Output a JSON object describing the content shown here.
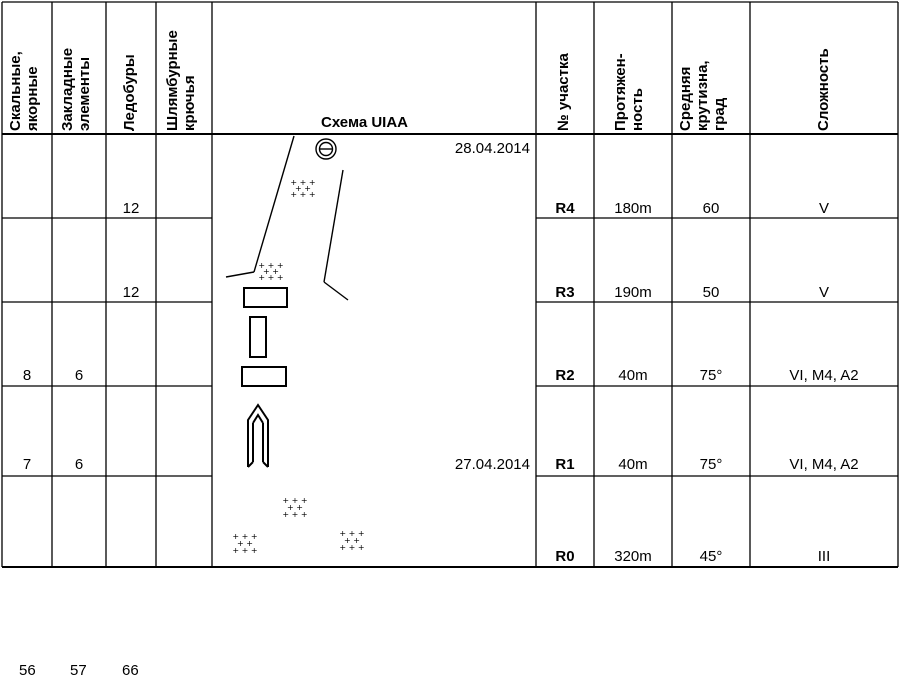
{
  "headers": {
    "rock_anchors": [
      "Скальные,",
      "якорные"
    ],
    "nuts": [
      "Закладные",
      "элементы"
    ],
    "ice_screws": [
      "Ледобуры"
    ],
    "bolts": [
      "Шлямбурные",
      "крючья"
    ],
    "section_no": [
      "№ участка"
    ],
    "length": [
      "Протяжен-",
      "ность"
    ],
    "steepness": [
      "Средняя",
      "крутизна,",
      "град"
    ],
    "difficulty": [
      "Сложность"
    ]
  },
  "scheme_title": "Схема UIAA",
  "dates": {
    "top": "28.04.2014",
    "bottom": "27.04.2014"
  },
  "rows": [
    {
      "rock": "",
      "nuts": "",
      "ice": "12",
      "bolts": "",
      "section": "R4",
      "length": "180m",
      "angle": "60",
      "difficulty": "V"
    },
    {
      "rock": "",
      "nuts": "",
      "ice": "12",
      "bolts": "",
      "section": "R3",
      "length": "190m",
      "angle": "50",
      "difficulty": "V"
    },
    {
      "rock": "8",
      "nuts": "6",
      "ice": "",
      "bolts": "",
      "section": "R2",
      "length": "40m",
      "angle": "75°",
      "difficulty": "VI, M4, A2"
    },
    {
      "rock": "7",
      "nuts": "6",
      "ice": "",
      "bolts": "",
      "section": "R1",
      "length": "40m",
      "angle": "75°",
      "difficulty": "VI, M4, A2"
    },
    {
      "rock": "",
      "nuts": "",
      "ice": "",
      "bolts": "",
      "section": "R0",
      "length": "320m",
      "angle": "45°",
      "difficulty": "III"
    }
  ],
  "totals": [
    "56",
    "57",
    "66"
  ]
}
